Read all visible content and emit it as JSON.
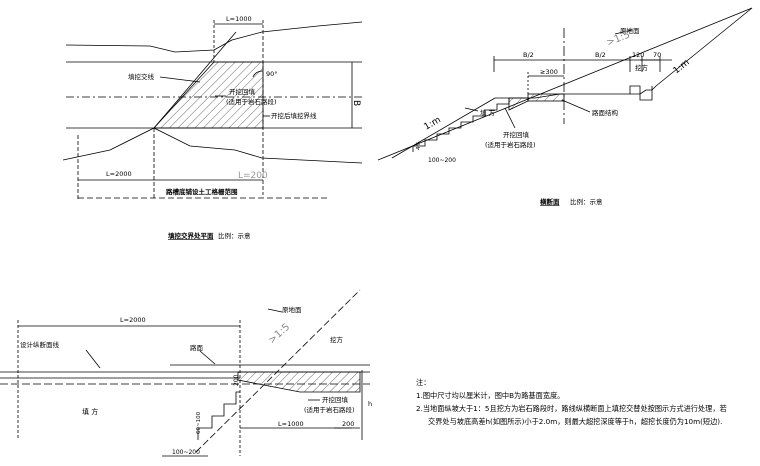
{
  "plan": {
    "dim_top": "L=1000",
    "label_fill_cut_line": "填挖交线",
    "label_backfill": "开挖回填",
    "label_backfill_note": "(适用于岩石路段)",
    "angle": "90°",
    "label_boundary": "开挖后填挖界线",
    "dim_B": "B",
    "dim_left": "L=2000",
    "dim_right": "L=200",
    "label_range": "路槽底铺设土工格栅范围",
    "title": "填挖交界处平面",
    "scale": "比例：示意"
  },
  "section": {
    "label_ground": "原地面",
    "label_cut": "挖方",
    "dim_b2_left": "B/2",
    "dim_b2_right": "B/2",
    "dim_120": "120",
    "dim_70": "70",
    "dim_300": "≥300",
    "slope_right": ">1:5",
    "slope_1m_left": "1:m",
    "slope_1m_right": "1:m",
    "label_fill": "填 方",
    "label_pavement": "路面结构",
    "label_backfill": "开挖回填",
    "label_backfill_note": "(适用于岩石路段)",
    "dim_step_w": "100~200",
    "dim_step_h": "4%",
    "title": "横断面",
    "scale": "比例：示意"
  },
  "profile": {
    "label_ground": "原地面",
    "dim_top": "L=2000",
    "slope": ">1:5",
    "label_cut": "挖方",
    "label_design": "设计纵断面线",
    "label_pavement": "路面",
    "label_fill": "填 方",
    "dim_h": "h",
    "dim_200": "200",
    "label_backfill": "开挖回填",
    "label_backfill_note": "(适用于岩石路段)",
    "dim_bottom": "L=1000",
    "dim_step_h": "60~100",
    "dim_step_w": "100~200"
  },
  "notes": {
    "heading": "注：",
    "n1": "1.图中尺寸均以厘米计，图中B为路基面宽度。",
    "n2a": "2.当地面纵坡大于1：5且挖方为岩石路段时，路线纵横断面上填挖交替处按图示方式进行处理，若",
    "n2b": "交界处与坡底高差h(如图所示)小于2.0m，则最大超挖深度等于h，超挖长度仍为10m(短边)."
  }
}
